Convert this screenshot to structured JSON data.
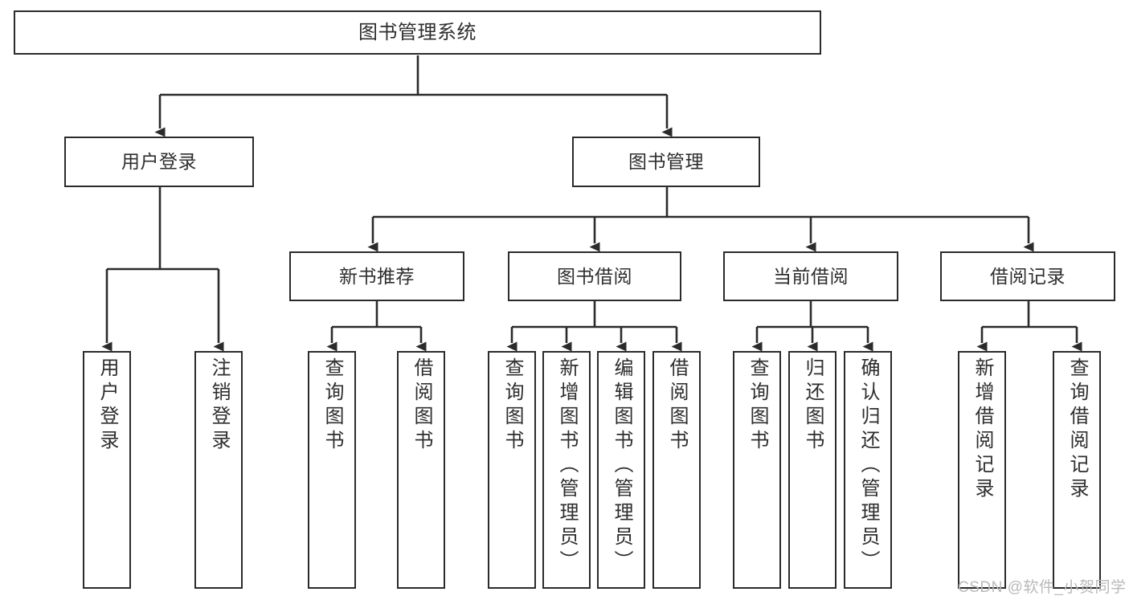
{
  "diagram": {
    "title": "图书管理系统",
    "type": "function-structure-tree",
    "root": {
      "label": "图书管理系统"
    },
    "level2": [
      {
        "label": "用户登录"
      },
      {
        "label": "图书管理"
      }
    ],
    "level3": [
      {
        "label": "新书推荐"
      },
      {
        "label": "图书借阅"
      },
      {
        "label": "当前借阅"
      },
      {
        "label": "借阅记录"
      }
    ],
    "leaves": {
      "user_login": [
        {
          "label": "用户登录"
        },
        {
          "label": "注销登录"
        }
      ],
      "new_book_recommend": [
        {
          "label": "查询图书"
        },
        {
          "label": "借阅图书"
        }
      ],
      "book_borrow": [
        {
          "label": "查询图书"
        },
        {
          "label": "新增图书（管理员）"
        },
        {
          "label": "编辑图书（管理员）"
        },
        {
          "label": "借阅图书"
        }
      ],
      "current_borrow": [
        {
          "label": "查询图书"
        },
        {
          "label": "归还图书"
        },
        {
          "label": "确认归还（管理员）"
        }
      ],
      "borrow_record": [
        {
          "label": "新增借阅记录"
        },
        {
          "label": "查询借阅记录"
        }
      ]
    }
  },
  "watermark": {
    "text": "CSDN @软件_小贺同学"
  },
  "colors": {
    "stroke": "#2b2b2b",
    "box_fill": "#ffffff",
    "text": "#2e2e2e",
    "watermark": "#b9b9b9",
    "background": "#ffffff"
  }
}
